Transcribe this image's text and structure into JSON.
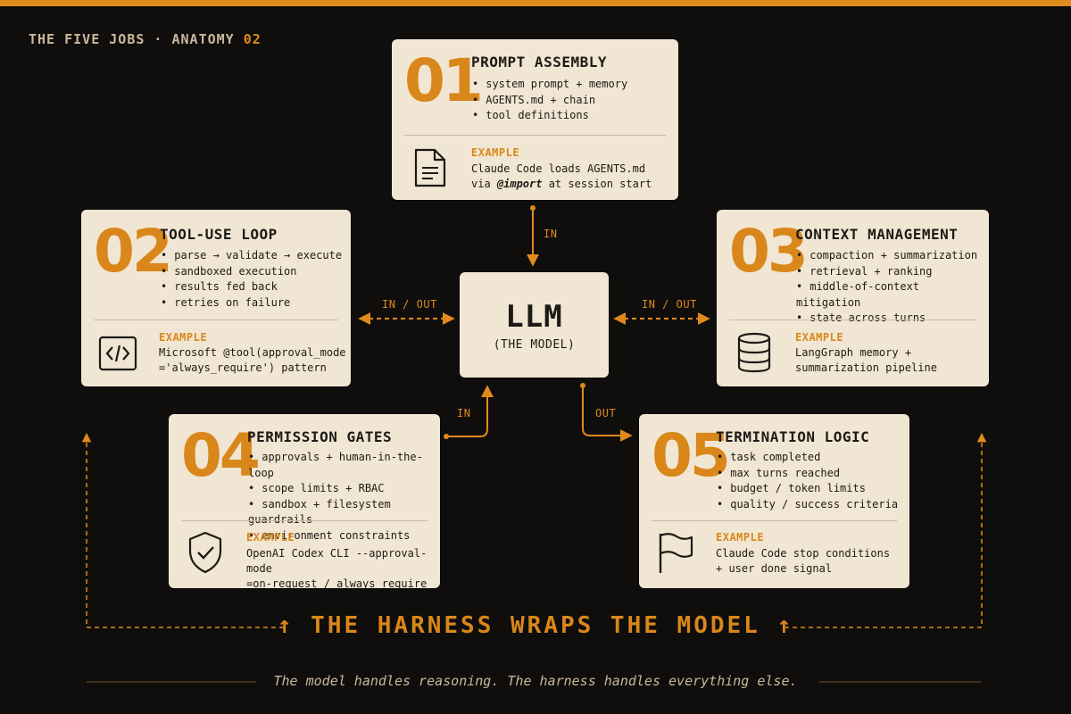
{
  "header": {
    "eyebrow": "THE FIVE JOBS · ANATOMY",
    "eyebrow_num": "02"
  },
  "llm": {
    "title": "LLM",
    "subtitle": "(THE MODEL)"
  },
  "connectors": {
    "prompt": "IN",
    "tool": "IN / OUT",
    "context": "IN / OUT",
    "permission": "IN",
    "termination": "OUT"
  },
  "jobs": [
    {
      "number": "01",
      "title": "PROMPT ASSEMBLY",
      "bullets": [
        "system prompt + memory",
        "AGENTS.md + chain",
        "tool definitions"
      ],
      "example_label": "EXAMPLE",
      "example_line1": "Claude Code loads AGENTS.md",
      "example_line2_pre": "via ",
      "example_line2_em": "@import",
      "example_line2_post": " at session start",
      "icon": "document-icon"
    },
    {
      "number": "02",
      "title": "TOOL-USE LOOP",
      "bullets": [
        "parse → validate → execute",
        "sandboxed execution",
        "results fed back",
        "retries on failure"
      ],
      "example_label": "EXAMPLE",
      "example_line1": "Microsoft @tool(approval_mode",
      "example_line2": "='always_require') pattern",
      "icon": "code-icon"
    },
    {
      "number": "03",
      "title": "CONTEXT MANAGEMENT",
      "bullets": [
        "compaction + summarization",
        "retrieval + ranking",
        "middle-of-context mitigation",
        "state across turns"
      ],
      "example_label": "EXAMPLE",
      "example_line1": "LangGraph memory +",
      "example_line2": "summarization pipeline",
      "icon": "database-icon"
    },
    {
      "number": "04",
      "title": "PERMISSION GATES",
      "bullets": [
        "approvals + human-in-the-loop",
        "scope limits + RBAC",
        "sandbox + filesystem guardrails",
        "environment constraints"
      ],
      "example_label": "EXAMPLE",
      "example_line1": "OpenAI Codex CLI --approval-mode",
      "example_line2": "=on-request / always_require",
      "icon": "shield-check-icon"
    },
    {
      "number": "05",
      "title": "TERMINATION LOGIC",
      "bullets": [
        "task completed",
        "max turns reached",
        "budget / token limits",
        "quality / success criteria"
      ],
      "example_label": "EXAMPLE",
      "example_line1": "Claude Code stop conditions",
      "example_line2": "+ user done signal",
      "icon": "flag-icon"
    }
  ],
  "footer": {
    "harness": "↑ THE HARNESS WRAPS THE MODEL ↑",
    "tagline": "The model handles reasoning. The harness handles everything else."
  },
  "colors": {
    "accent": "#e08a1e",
    "card": "#f1e6d3",
    "background": "#0f0e0d"
  }
}
